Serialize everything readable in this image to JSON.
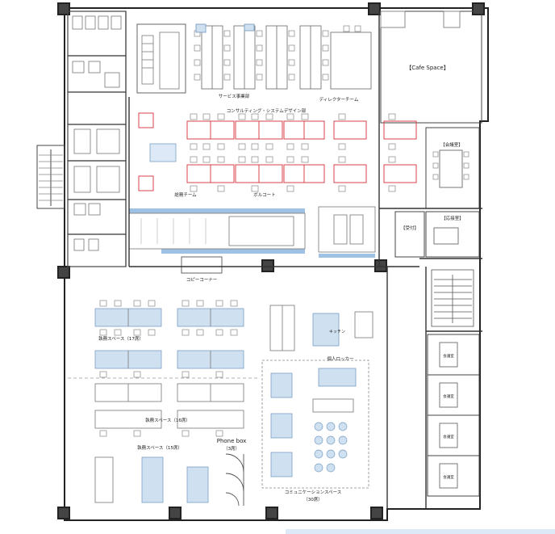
{
  "labels": {
    "cafe_space": "【Cafe Space】",
    "service_div": "サービス事業部",
    "director_team": "ディレクターチーム",
    "consulting": "コンサルティング・システムデザイン部",
    "general_team": "総務チーム",
    "ballcourt": "ボルコート",
    "copy_corner": "コピーコーナー",
    "conference": "【会議室】",
    "reception": "【受付】",
    "reception_room": "【応接室】",
    "private_space_17": "執務スペース（17席）",
    "private_space_16": "執務スペース（16席）",
    "private_space_15": "執務スペース（15席）",
    "phone_box": "Phone box",
    "phone_box_seats": "（3席）",
    "communication_space": "コミュニケーションスペース",
    "communication_seats": "（30席）",
    "meeting_room_label": "会議室",
    "personal_locker": "個人ロッカー",
    "kitchen": "キッチン"
  },
  "colors": {
    "wall": "#222222",
    "line": "#555555",
    "thin": "#8a8a8a",
    "desk_blue": "#cfe0f0",
    "desk_blue_edge": "#7aa0c4",
    "red": "#d9434a",
    "blue_band": "#9fc1e3",
    "cafe_band": "#dde9f6"
  }
}
